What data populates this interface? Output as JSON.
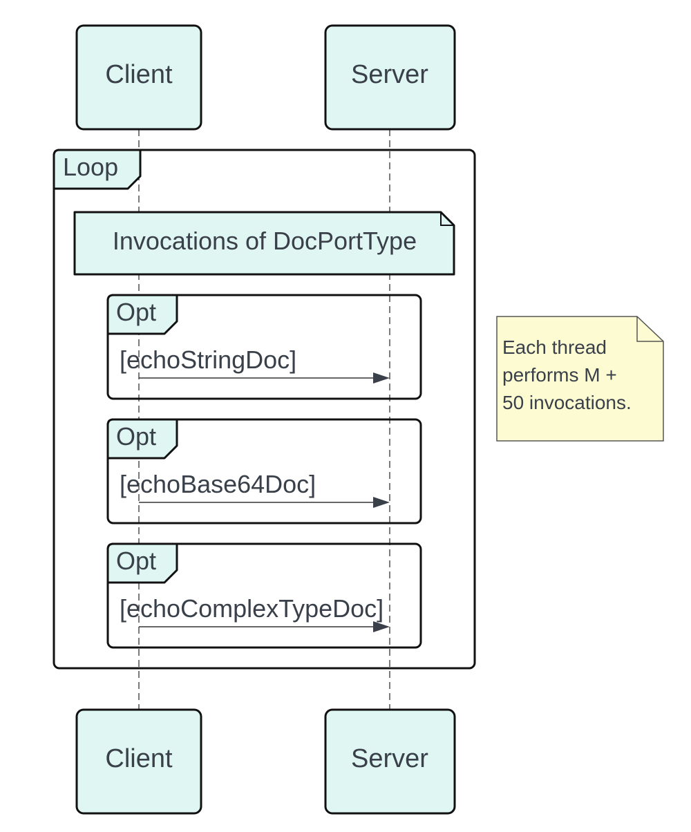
{
  "participants": [
    {
      "id": "client",
      "label": "Client"
    },
    {
      "id": "server",
      "label": "Server"
    }
  ],
  "loop": {
    "label": "Loop",
    "note": "Invocations of DocPortType",
    "fragments": [
      {
        "label": "Opt",
        "guard": "[echoStringDoc]"
      },
      {
        "label": "Opt",
        "guard": "[echoBase64Doc]"
      },
      {
        "label": "Opt",
        "guard": "[echoComplexTypeDoc]"
      }
    ]
  },
  "side_note": {
    "lines": [
      "Each thread",
      "performs M +",
      "50 invocations."
    ]
  },
  "colors": {
    "participant_fill": "#dff6f3",
    "note_fill": "#fdfbd2",
    "stroke": "#111111",
    "text": "#3a4049"
  }
}
